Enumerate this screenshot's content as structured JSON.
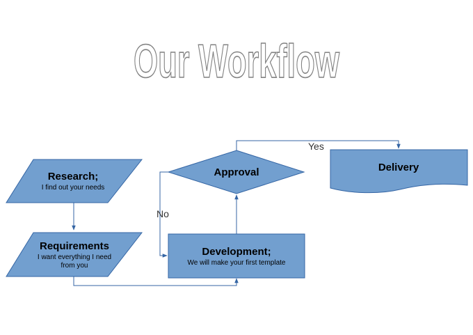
{
  "title": "Our Workflow",
  "colors": {
    "shape_fill": "#729fcf",
    "shape_stroke": "#3465a4",
    "connector": "#3465a4",
    "title_outline": "#808080"
  },
  "nodes": {
    "research": {
      "shape": "parallelogram",
      "title": "Research;",
      "lines": [
        "I find out your needs"
      ]
    },
    "requirements": {
      "shape": "parallelogram",
      "title": "Requirements",
      "lines": [
        "I want everything I need",
        "from you"
      ]
    },
    "development": {
      "shape": "rectangle",
      "title": "Development;",
      "lines": [
        "We will make your first template"
      ]
    },
    "approval": {
      "shape": "diamond",
      "title": "Approval",
      "lines": []
    },
    "delivery": {
      "shape": "document",
      "title": "Delivery",
      "lines": []
    }
  },
  "edges": [
    {
      "from": "research",
      "to": "requirements",
      "label": ""
    },
    {
      "from": "requirements",
      "to": "development",
      "label": ""
    },
    {
      "from": "development",
      "to": "approval",
      "label": ""
    },
    {
      "from": "approval",
      "to": "development",
      "label": "No"
    },
    {
      "from": "approval",
      "to": "delivery",
      "label": "Yes"
    }
  ]
}
